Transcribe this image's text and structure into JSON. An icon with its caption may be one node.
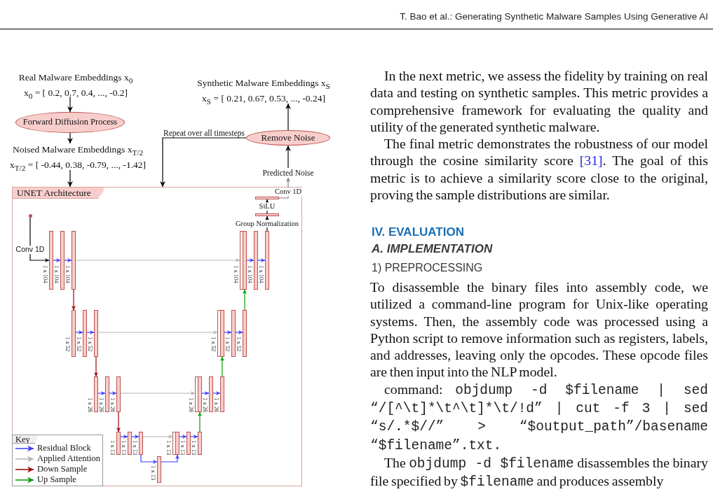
{
  "diagram": {
    "nodes": [
      {
        "text": [
          "Real Malware Embeddings x$_{0}$",
          "x$_{0}$ = [ 0.2, 0.7, 0.4, ..., -0.2]"
        ]
      },
      {
        "text": [
          "Forward Diffusion Process"
        ]
      },
      {
        "text": [
          "Noised Malware Embeddings x$_{T/2}$",
          "x$_{T/2}$ = [ -0.44, 0.38, -0.79, ..., -1.42]"
        ]
      },
      {
        "text": [
          "Synthetic Malware Embeddings x$_{S}$",
          "x$_{S}$ = [ 0.21, 0.67, 0.53, ..., -0.24]"
        ]
      },
      {
        "text": [
          "Remove Noise"
        ]
      },
      {
        "text": [
          "Predicted Noise"
        ]
      },
      {
        "text": [
          "UNET Architecture"
        ]
      },
      {
        "text": [],
        "shape": "bar",
        "in": 6
      },
      {
        "text": [],
        "shape": "bar",
        "in": 6
      },
      {
        "text": [],
        "shape": "circle",
        "in": 6
      },
      {
        "text": [],
        "shape": "bar",
        "in": 6,
        "beside": [
          "1 x 104"
        ]
      },
      {
        "text": [],
        "shape": "bar",
        "in": 6,
        "beside": [
          "1 x 104"
        ]
      },
      {
        "text": [],
        "shape": "bar",
        "in": 6,
        "beside": [
          "1 x 104"
        ]
      },
      {
        "text": [],
        "shape": "bar",
        "in": 6,
        "beside": [
          "1 x 104"
        ]
      },
      {
        "text": [],
        "shape": "bar",
        "in": 6,
        "beside": [
          "1 x 104"
        ]
      },
      {
        "text": [],
        "shape": "bar",
        "in": 6,
        "beside": [
          "1 x 104"
        ]
      },
      {
        "text": [],
        "shape": "bar",
        "in": 6,
        "beside": [
          "1 x 52"
        ]
      },
      {
        "text": [],
        "shape": "bar",
        "in": 6,
        "beside": [
          "1 x 52"
        ]
      },
      {
        "text": [],
        "shape": "bar",
        "in": 6,
        "beside": [
          "1 x 52"
        ]
      },
      {
        "text": [],
        "shape": "bar",
        "in": 6,
        "beside": [
          "1 x 52"
        ]
      },
      {
        "text": [],
        "shape": "bar",
        "in": 6,
        "beside": [
          "1 x 52"
        ]
      },
      {
        "text": [],
        "shape": "bar",
        "in": 6,
        "beside": [
          "1 x 52"
        ]
      },
      {
        "text": [],
        "shape": "bar",
        "in": 6,
        "beside": [
          "1 x 26"
        ]
      },
      {
        "text": [],
        "shape": "bar",
        "in": 6,
        "beside": [
          "1 x 26"
        ]
      },
      {
        "text": [],
        "shape": "bar",
        "in": 6,
        "beside": [
          "1 x 26"
        ]
      },
      {
        "text": [],
        "shape": "bar",
        "in": 6,
        "beside": [
          "1 x 26"
        ]
      },
      {
        "text": [],
        "shape": "bar",
        "in": 6,
        "beside": [
          "1 x 26"
        ]
      },
      {
        "text": [],
        "shape": "bar",
        "in": 6,
        "beside": [
          "1 x 26"
        ]
      },
      {
        "text": [],
        "shape": "bar",
        "in": 6,
        "beside": [
          "1 x 13"
        ]
      },
      {
        "text": [],
        "shape": "bar",
        "in": 6,
        "beside": [
          "1 x 13"
        ]
      },
      {
        "text": [],
        "shape": "bar",
        "in": 6,
        "beside": [
          "1 x 13"
        ]
      },
      {
        "text": [],
        "shape": "bar",
        "in": 6,
        "beside": [
          "1 x 13"
        ]
      },
      {
        "text": [],
        "shape": "bar",
        "in": 6,
        "beside": [
          "1 x 13"
        ]
      },
      {
        "text": [],
        "shape": "bar",
        "in": 6,
        "beside": [
          "1 x 13"
        ]
      },
      {
        "text": [],
        "shape": "bar",
        "in": 6,
        "beside": [
          "1 x 13"
        ]
      }
    ],
    "edges": [
      {
        "from": 0,
        "to": 1,
        "arrow": "to",
        "color": "#000000"
      },
      {
        "from": 1,
        "to": 2,
        "arrow": "to",
        "color": "#000000"
      },
      {
        "from": 2,
        "to": 6,
        "arrow": "to",
        "color": "#000000"
      },
      {
        "from": 4,
        "to": 3,
        "arrow": "to",
        "color": "#000000"
      },
      {
        "from": 5,
        "to": 4,
        "arrow": "to",
        "color": "#000000"
      },
      {
        "from": 4,
        "to": 6,
        "arrow": "to",
        "label": "Repeat over all timesteps",
        "color": "#000000"
      },
      {
        "from": 7,
        "to": 5,
        "arrow": "to",
        "label": "Conv 1D",
        "color": "#808080"
      },
      {
        "from": 8,
        "to": 7,
        "arrow": "to",
        "label": "SiLU",
        "color": "#000000"
      },
      {
        "from": 15,
        "to": 8,
        "arrow": "to",
        "label": "Group Normalization",
        "color": "#000000"
      },
      {
        "from": 9,
        "to": 10,
        "arrow": "to",
        "label": "Conv 1D",
        "color": "#000000"
      },
      {
        "from": 10,
        "to": 11,
        "arrow": "to"
      },
      {
        "from": 11,
        "to": 12,
        "arrow": "to"
      },
      {
        "from": 12,
        "to": 13,
        "arrow": "to",
        "color": "#b3b3b3"
      },
      {
        "from": 13,
        "to": 14,
        "arrow": "to"
      },
      {
        "from": 14,
        "to": 15,
        "arrow": "to"
      },
      {
        "from": 12,
        "to": 16,
        "arrow": "to",
        "color": "#990000"
      },
      {
        "from": 16,
        "to": 17,
        "arrow": "to"
      },
      {
        "from": 17,
        "to": 18,
        "arrow": "to"
      },
      {
        "from": 18,
        "to": 19,
        "arrow": "to",
        "color": "#b3b3b3"
      },
      {
        "from": 19,
        "to": 20,
        "arrow": "to"
      },
      {
        "from": 20,
        "to": 21,
        "arrow": "to"
      },
      {
        "from": 21,
        "to": 13,
        "arrow": "to",
        "color": "#009900"
      },
      {
        "from": 18,
        "to": 22,
        "arrow": "to",
        "color": "#990000"
      },
      {
        "from": 22,
        "to": 23,
        "arrow": "to"
      },
      {
        "from": 23,
        "to": 24,
        "arrow": "to"
      },
      {
        "from": 24,
        "to": 25,
        "arrow": "to",
        "color": "#b3b3b3"
      },
      {
        "from": 25,
        "to": 26,
        "arrow": "to"
      },
      {
        "from": 26,
        "to": 27,
        "arrow": "to"
      },
      {
        "from": 27,
        "to": 19,
        "arrow": "to",
        "color": "#009900"
      },
      {
        "from": 24,
        "to": 28,
        "arrow": "to",
        "color": "#990000"
      },
      {
        "from": 28,
        "to": 29,
        "arrow": "to"
      },
      {
        "from": 29,
        "to": 30,
        "arrow": "to"
      },
      {
        "from": 30,
        "to": 31,
        "arrow": "to",
        "color": "#b3b3b3"
      },
      {
        "from": 31,
        "to": 32,
        "arrow": "to"
      },
      {
        "from": 32,
        "to": 33,
        "arrow": "to"
      },
      {
        "from": 33,
        "to": 25,
        "arrow": "to",
        "color": "#009900"
      },
      {
        "from": 30,
        "to": 34,
        "arrow": "to"
      },
      {
        "from": 34,
        "to": 31,
        "arrow": "to"
      }
    ],
    "labels": [
      "T. Bao et al.: Generating Synthetic Malware Samples Using Generative AI",
      "Key",
      "In the next metric, we assess the fidelity by training on real data and testing on synthetic samples. This metric provides a comprehensive framework for evaluating the quality and utility of the generated synthetic malware.",
      "The final metric demonstrates the robustness of our model through the cosine similarity score [31]. The goal of this metric is to achieve a similarity score close to the original, proving the sample distributions are similar.",
      "IV. EVALUATION",
      "A. IMPLEMENTATION",
      "1) PREPROCESSING",
      "To disassemble the binary files into assembly code, we utilized a command-line program for Unix-like operating systems. Then, the assembly code was processed using a Python script to remove information such as registers, labels, and addresses, leaving only the opcodes. These opcode files are then input into the NLP model.",
      "command:",
      "objdump -d $filename | sed “/[^\\t]*\\t^\\t]*\\t/!d” | cut -f 3 | sed “s/.*$//” > “$output_path”/basename “$filename”.txt.",
      "The",
      "objdump -d $filename",
      "disassembles the binary file specified by",
      "$filename",
      "and produces assembly"
    ],
    "legend": [
      {
        "text": "Residual Block"
      },
      {
        "text": "Applied Attention"
      },
      {
        "text": "Down Sample"
      },
      {
        "text": "Up Sample"
      }
    ]
  }
}
